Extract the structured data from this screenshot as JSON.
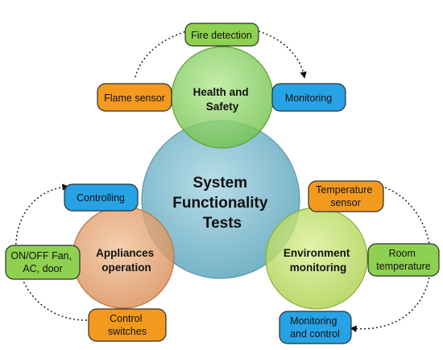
{
  "center": {
    "lines": [
      "System",
      "Functionality",
      "Tests"
    ]
  },
  "hubs": {
    "health": {
      "lines": [
        "Health and",
        "Safety"
      ]
    },
    "appliances": {
      "lines": [
        "Appliances",
        "operation"
      ]
    },
    "environment": {
      "lines": [
        "Environment",
        "monitoring"
      ]
    }
  },
  "boxes": {
    "fire_detection": {
      "lines": [
        "Fire detection"
      ]
    },
    "flame_sensor": {
      "lines": [
        "Flame sensor"
      ]
    },
    "monitoring": {
      "lines": [
        "Monitoring"
      ]
    },
    "controlling": {
      "lines": [
        "Controlling"
      ]
    },
    "on_off": {
      "lines": [
        "ON/OFF Fan,",
        "AC, door"
      ]
    },
    "control_switches": {
      "lines": [
        "Control",
        "switches"
      ]
    },
    "temperature_sensor": {
      "lines": [
        "Temperature",
        "sensor"
      ]
    },
    "room_temperature": {
      "lines": [
        "Room",
        "temperature"
      ]
    },
    "monitoring_control": {
      "lines": [
        "Monitoring",
        "and control"
      ]
    }
  },
  "colors": {
    "center_fill": "#8fc4d4",
    "health_fill": "#94d66e",
    "appliances_fill": "#e3a878",
    "environment_fill": "#c4e06e",
    "green_box": "#8ed150",
    "orange_box": "#f39a1e",
    "blue_box": "#27a3e5"
  }
}
